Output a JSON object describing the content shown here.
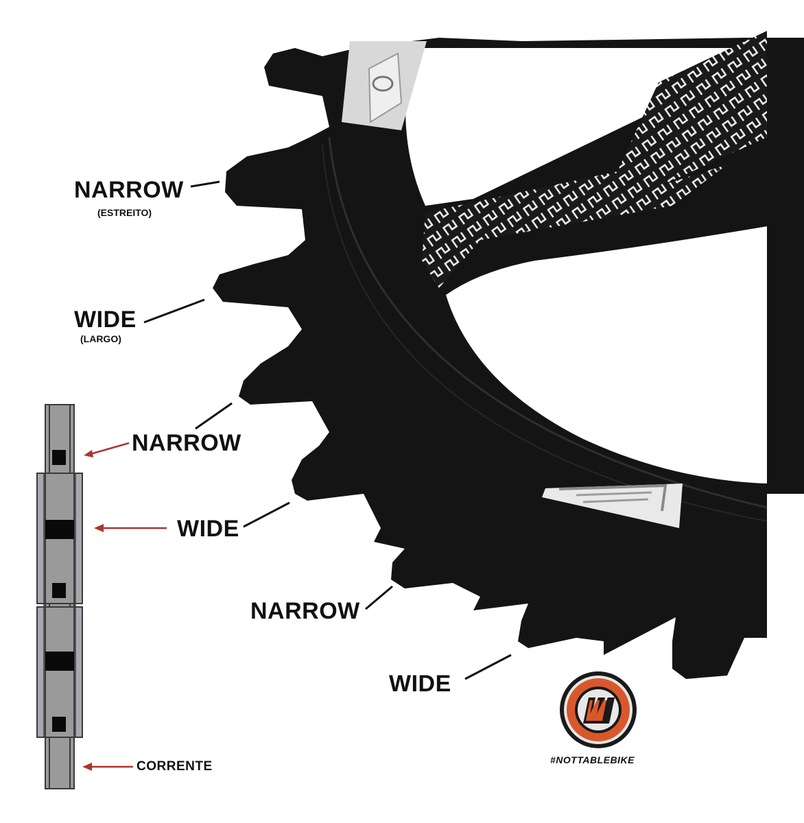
{
  "labels": {
    "narrow_1": "NARROW",
    "narrow_1_sub": "(ESTREITO)",
    "wide_1": "WIDE",
    "wide_1_sub": "(LARGO)",
    "narrow_2": "NARROW",
    "wide_2": "WIDE",
    "narrow_3": "NARROW",
    "wide_3": "WIDE",
    "chain": "CORRENTE"
  },
  "brand": {
    "hashtag": "#NOTTABLEBIKE"
  },
  "colors": {
    "chainring": "#141414",
    "arrow": "#b0342b",
    "logo_orange": "#d9582b",
    "chain_link": "#9a9a9a",
    "chain_outline": "#3a3a3a"
  },
  "icons": {
    "logo": "nottable-logo-icon",
    "chainring": "chainring-icon",
    "chain": "chain-diagram-icon"
  }
}
